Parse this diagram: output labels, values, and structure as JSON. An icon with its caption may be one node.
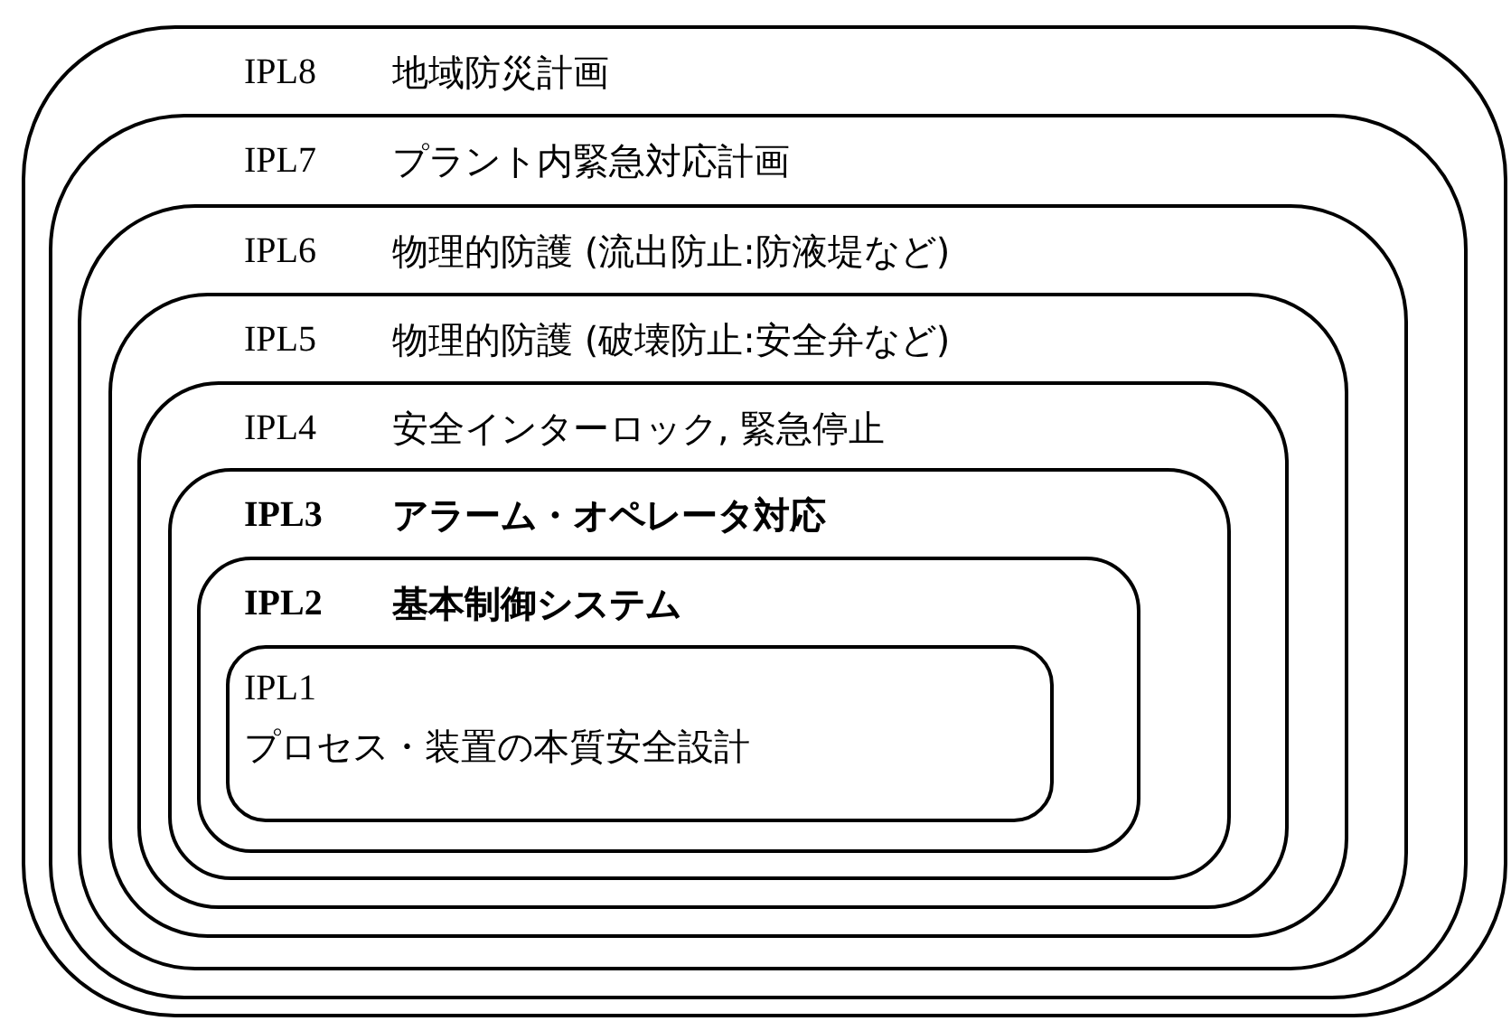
{
  "diagram": {
    "nodes": [
      {
        "text": [
          "IPL8",
          "地域防災計画"
        ]
      },
      {
        "text": [
          "IPL7",
          "プラント内緊急対応計画"
        ],
        "in": 0
      },
      {
        "text": [
          "IPL6",
          "物理的防護 (流出防止:防液堤など)"
        ],
        "in": 1
      },
      {
        "text": [
          "IPL5",
          "物理的防護 (破壊防止:安全弁など)"
        ],
        "in": 2
      },
      {
        "text": [
          "IPL4",
          "安全インターロック, 緊急停止"
        ],
        "in": 3
      },
      {
        "text": [
          "IPL3",
          "アラーム・オペレータ対応"
        ],
        "in": 4
      },
      {
        "text": [
          "IPL2",
          "基本制御システム"
        ],
        "in": 5
      },
      {
        "text": [
          "IPL1",
          "プロセス・装置の本質安全設計"
        ],
        "in": 6
      }
    ]
  }
}
